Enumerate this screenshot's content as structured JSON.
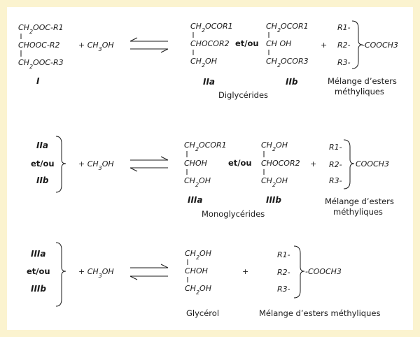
{
  "colors": {
    "background": "#fbf3cf",
    "panel": "#ffffff",
    "ink": "#1a1a1a"
  },
  "reagent": "+ CH3OH",
  "plus": "+",
  "chains": [
    "R1-",
    "R2-",
    "R3-"
  ],
  "cooch3": "-COOCH3",
  "cooch3_plain": "COOCH3",
  "et_ou": "et/ou",
  "esters_label_line1": "Mélange d’esters",
  "esters_label_line2": "méthyliques",
  "esters_label_full": "Mélange d’esters méthyliques",
  "stage1": {
    "reactant_lines": [
      "CH2OOC-R1",
      "CHOOC-R2",
      "CH2OOC-R3"
    ],
    "reactant_label": "I",
    "product_a_lines": [
      "CH2OCOR1",
      "CHOCOR2",
      "CH2OH"
    ],
    "product_a_label": "IIa",
    "product_b_lines": [
      "CH2OCOR1",
      "CH OH",
      "CH2OCOR3"
    ],
    "product_b_label": "IIb",
    "caption": "Diglycérides"
  },
  "stage2": {
    "reactants": [
      "IIa",
      "et/ou",
      "IIb"
    ],
    "product_a_lines": [
      "CH2OCOR1",
      "CHOH",
      "CH2OH"
    ],
    "product_a_label": "IIIa",
    "product_b_lines": [
      "CH2OH",
      "CHOCOR2",
      "CH2OH"
    ],
    "product_b_label": "IIIb",
    "caption": "Monoglycérides"
  },
  "stage3": {
    "reactants": [
      "IIIa",
      "et/ou",
      "IIIb"
    ],
    "product_lines": [
      "CH2OH",
      "CHOH",
      "CH2OH"
    ],
    "caption": "Glycérol"
  }
}
